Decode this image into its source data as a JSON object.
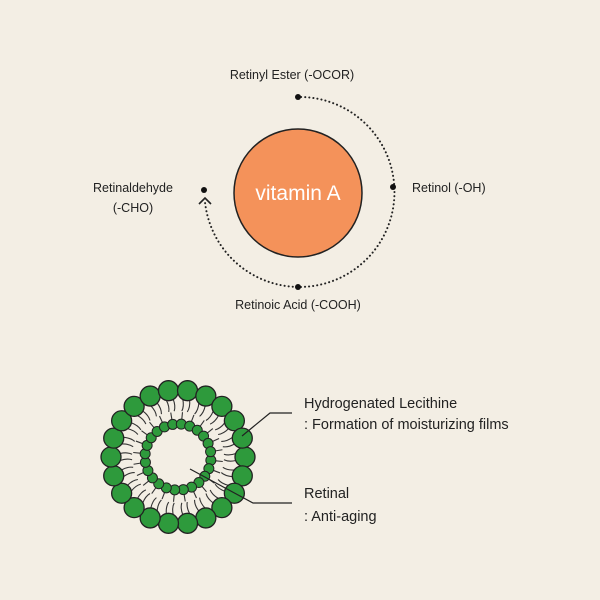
{
  "cycle": {
    "center_label": "vitamin A",
    "stages": {
      "retinyl_ester": "Retinyl Ester (-OCOR)",
      "retinol": "Retinol (-OH)",
      "retinoic_acid": "Retinoic Acid (-COOH)",
      "retinaldehyde_line1": "Retinaldehyde",
      "retinaldehyde_line2": "(-CHO)"
    },
    "colors": {
      "core": "#f4925a",
      "head": "#2e9a3c"
    }
  },
  "liposome": {
    "lecithine_title": "Hydrogenated Lecithine",
    "lecithine_desc": ": Formation of moisturizing films",
    "retinal_title": "Retinal",
    "retinal_desc": ": Anti-aging"
  }
}
